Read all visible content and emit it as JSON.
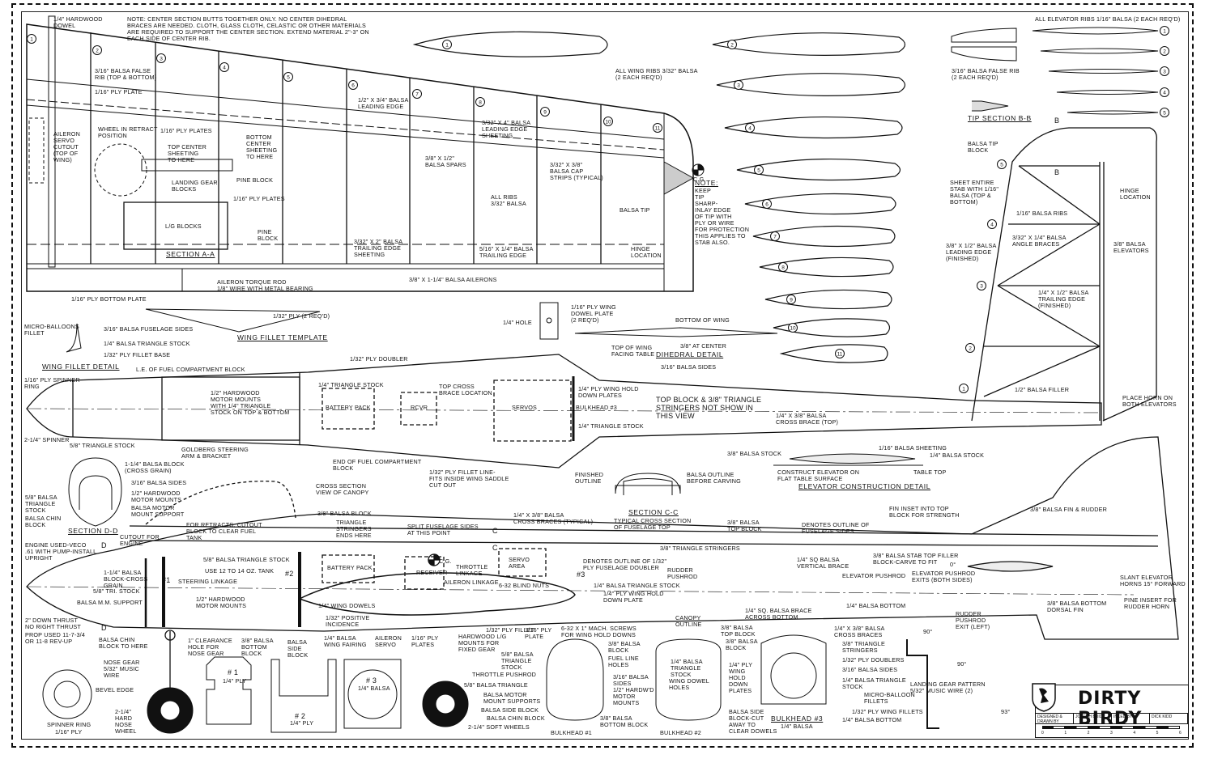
{
  "plan": {
    "title": "DIRTY BIRDY",
    "designed_by_label": "DESIGNED & DRAWN BY",
    "designer": "JOSEPH BRIDI",
    "inked_by_label": "INKED BY",
    "inker": "DICK KIDD",
    "scale_ticks": [
      "0",
      "1",
      "2",
      "3",
      "4",
      "5",
      "6"
    ]
  },
  "wing": {
    "note": "NOTE: CENTER SECTION BUTTS TOGETHER ONLY. NO CENTER DIHEDRAL BRACES ARE NEEDED. CLOTH, GLASS CLOTH, CELASTIC OR OTHER MATERIALS ARE REQUIRED TO SUPPORT THE CENTER SECTION. EXTEND MATERIAL 2\"-3\" ON EACH SIDE OF CENTER RIB.",
    "rib_numbers": [
      "1",
      "2",
      "3",
      "4",
      "5",
      "6",
      "7",
      "8",
      "9",
      "10",
      "11"
    ],
    "labels": {
      "dowel": "1/4\" HARDWOOD\nDOWEL",
      "false_rib": "3/16\" BALSA FALSE\nRIB (TOP & BOTTOM)",
      "ply_plate": "1/16\" PLY PLATE",
      "servo_cutout": "AILERON\nSERVO\nCUTOUT\n(TOP OF\nWING)",
      "wheel_retract": "WHEEL IN RETRACT\nPOSITION",
      "ply_plates": "1/16\" PLY PLATES",
      "top_center": "TOP CENTER\nSHEETING\nTO HERE",
      "bottom_center": "BOTTOM\nCENTER\nSHEETING\nTO HERE",
      "lg_blocks": "LANDING GEAR\nBLOCKS",
      "pine_block": "PINE BLOCK",
      "ply_plates2": "1/16\" PLY PLATES",
      "lg_blocks2": "L/G BLOCKS",
      "pine_block2": "PINE\nBLOCK",
      "section_aa": "SECTION A-A",
      "torque_rod": "AILERON TORQUE ROD\n1/8\" WIRE WITH METAL BEARING",
      "bottom_plate": "1/16\" PLY BOTTOM PLATE",
      "leading_edge": "1/2\" X 3/4\" BALSA\nLEADING EDGE",
      "le_sheeting": "3/32\" X 4\" BALSA\nLEADING EDGE\nSHEETING",
      "spars": "3/8\" X 1/2\"\nBALSA SPARS",
      "cap_strips": "3/32\" X 3/8\"\nBALSA CAP\nSTRIPS (TYPICAL)",
      "all_ribs": "ALL RIBS\n3/32\" BALSA",
      "te_sheeting": "3/32\" X 2\" BALSA\nTRAILING EDGE\nSHEETING",
      "trailing_edge": "5/16\" X 1/4\" BALSA\nTRAILING EDGE",
      "hinge": "HINGE\nLOCATION",
      "balsa_tip": "BALSA TIP",
      "ailerons": "3/8\" X 1-1/4\" BALSA AILERONS",
      "cg": "C.G.",
      "tip_note": "NOTE:",
      "tip_note_body": "KEEP\nTIP\nSHARP-\nINLAY EDGE\nOF TIP WITH\nPLY OR WIRE\nFOR PROTECTION\nTHIS APPLIES TO\nSTAB ALSO."
    }
  },
  "ribs": {
    "label": "ALL WING RIBS 3/32\" BALSA\n(2 EACH REQ'D)",
    "numbers": [
      "1",
      "2",
      "3",
      "4",
      "5",
      "6",
      "7",
      "8",
      "9",
      "10",
      "11"
    ]
  },
  "stab": {
    "elevator_ribs_header": "ALL ELEVATOR RIBS 1/16\" BALSA (2 EACH REQ'D)",
    "elevator_rib_numbers": [
      "1",
      "2",
      "3",
      "4",
      "5"
    ],
    "false_rib": "3/16\" BALSA FALSE RIB\n(2 EACH REQ'D)",
    "tip_section": "TIP SECTION B-B",
    "tip_block": "BALSA TIP\nBLOCK",
    "sheet": "SHEET ENTIRE\nSTAB WITH 1/16\"\nBALSA (TOP &\nBOTTOM)",
    "ribs": "1/16\" BALSA RIBS",
    "angle_braces": "3/32\" X 1/4\" BALSA\nANGLE BRACES",
    "leading_edge": "3/8\" X 1/2\" BALSA\nLEADING EDGE\n(FINISHED)",
    "trailing_edge": "1/4\" X 1/2\" BALSA\nTRAILING EDGE\n(FINISHED)",
    "hinge": "HINGE\nLOCATION",
    "elevators": "3/8\" BALSA\nELEVATORS",
    "filler": "1/2\" BALSA FILLER",
    "horn": "PLACE HORN ON\nBOTH ELEVATORS",
    "b_marker": "B",
    "rib_positions": [
      "1",
      "2",
      "3",
      "4",
      "5"
    ]
  },
  "fillet": {
    "micro": "MICRO-BALLOONS\nFILLET",
    "sides": "3/16\" BALSA FUSELAGE SIDES",
    "tri": "1/4\" BALSA TRIANGLE STOCK",
    "base": "1/32\" PLY FILLET BASE",
    "detail_title": "WING FILLET DETAIL",
    "template_title": "WING FILLET TEMPLATE",
    "template_ply": "1/32\" PLY (2 REQ'D)",
    "dowel_plate": "1/16\" PLY WING\nDOWEL PLATE\n(2 REQ'D)",
    "hole": "1/4\" HOLE",
    "bottom_of_wing": "BOTTOM OF WING",
    "top_of_wing": "TOP OF WING\nFACING TABLE",
    "at_center": "3/8\" AT CENTER",
    "dihedral_title": "DIHEDRAL DETAIL"
  },
  "top_view": {
    "spinner_ring": "1/16\" PLY SPINNER\nRING",
    "spinner": "2-1/4\" SPINNER",
    "tri_58": "5/8\" TRIANGLE STOCK",
    "le_fuel": "L.E. OF FUEL COMPARTMENT BLOCK",
    "motor_mounts": "1/2\" HARDWOOD\nMOTOR MOUNTS\nWITH 1/4\" TRIANGLE\nSTOCK ON TOP & BOTTOM",
    "goldberg": "GOLDBERG STEERING\nARM & BRACKET",
    "end_fuel": "END OF FUEL COMPARTMENT\nBLOCK",
    "ply_doubler": "1/32\" PLY DOUBLER",
    "tri_14": "1/4\" TRIANGLE STOCK",
    "battery": "BATTERY PACK",
    "rcvr": "RCVR",
    "top_cross": "TOP CROSS\nBRACE LOCATION",
    "servos": "SERVOS",
    "hold_down": "1/4\" PLY WING HOLD\nDOWN PLATES",
    "bulkhead3": "BULKHEAD #3",
    "tri_14b": "1/4\" TRIANGLE STOCK",
    "fillet_line": "1/32\" PLY FILLET LINE-\nFITS INSIDE WING SADDLE\nCUT OUT",
    "sides": "3/16\" BALSA SIDES",
    "note": "TOP BLOCK & 3/8\" TRIANGLE\nSTRINGERS NOT SHOW IN\nTHIS VIEW",
    "cross_brace": "1/4\" X 3/8\" BALSA\nCROSS BRACE (TOP)"
  },
  "elevator_detail": {
    "stock_left": "3/8\" BALSA STOCK",
    "sheeting": "1/16\" BALSA SHEETING",
    "stock_right": "1/4\" BALSA STOCK",
    "construct": "CONSTRUCT ELEVATOR ON\nFLAT TABLE SURFACE",
    "table_top": "TABLE TOP",
    "title": "ELEVATOR CONSTRUCTION DETAIL"
  },
  "section_cc": {
    "finished": "FINISHED\nOUTLINE",
    "balsa_outline": "BALSA OUTLINE\nBEFORE CARVING",
    "title": "SECTION C-C",
    "sub": "TYPICAL CROSS SECTION\nOF FUSELAGE TOP"
  },
  "section_dd": {
    "block": "1-1/4\" BALSA BLOCK\n(CROSS GRAIN)",
    "sides": "3/16\" BALSA SIDES",
    "mounts": "1/2\" HARDWOOD\nMOTOR MOUNTS",
    "support": "BALSA MOTOR\nMOUNT SUPPORT",
    "tri": "5/8\" BALSA\nTRIANGLE\nSTOCK",
    "chin": "BALSA CHIN\nBLOCK",
    "title": "SECTION D-D"
  },
  "side_view": {
    "engine": "ENGINE USED-VECO\n.61 WITH PUMP-INSTALL\nUPRIGHT",
    "cutout": "CUTOUT FOR\nENGINE",
    "block": "1-1/4\" BALSA\nBLOCK-CROSS\nGRAIN",
    "tri": "5/8\" TRI. STOCK",
    "mm_support": "BALSA M.M. SUPPORT",
    "thrust": "2\" DOWN THRUST\nNO RIGHT THRUST",
    "prop": "PROP USED 11-7-3/4\nOR 11-8 REV-UP",
    "chin": "BALSA CHIN\nBLOCK TO HERE",
    "canopy": "CROSS SECTION\nVIEW OF CANOPY",
    "retracts": "FOR RETRACTS, CUTOUT\nBLOCK TO CLEAR FUEL\nTANK",
    "tri_block": "5/8\" BALSA TRIANGLE STOCK",
    "tank": "USE 12 TO 14 OZ. TANK",
    "steering": "STEERING LINKAGE",
    "motor_mounts": "1/2\" HARDWOOD\nMOTOR MOUNTS",
    "b1": "#1",
    "b2": "#2",
    "b3": "#3",
    "clearance": "1\" CLEARANCE\nHOLE FOR\nNOSE GEAR",
    "bottom_block": "3/8\" BALSA\nBOTTOM\nBLOCK",
    "side_block": "BALSA\nSIDE\nBLOCK",
    "fairing": "1/4\" BALSA\nWING FAIRING",
    "balsa_block": "3/8\" BALSA BLOCK",
    "stringers_end": "TRIANGLE\nSTRINGERS\nENDS HERE",
    "split": "SPLIT FUSELAGE SIDES\nAT THIS POINT",
    "battery": "BATTERY PACK",
    "receiver": "RECEIVER",
    "cg": "C.G.",
    "throttle": "THROTTLE\nLINKAGE",
    "aileron_link": "AILERON LINKAGE",
    "servo_area": "SERVO\nAREA",
    "blind_nuts": "6-32 BLIND NUTS",
    "cross_braces": "1/4\" X 3/8\" BALSA\nCROSS BRACES (TYPICAL)",
    "doubler_outline": "DENOTES OUTLINE OF 1/32\"\nPLY FUSELAGE DOUBLER",
    "tri_stock": "1/4\" BALSA TRIANGLE STOCK",
    "hold_down": "1/4\" PLY WING HOLD\nDOWN PLATE",
    "dowels": "1/4\" WING DOWELS",
    "incidence": "1/32\" POSITIVE\nINCIDENCE",
    "aileron_servo": "AILERON\nSERVO",
    "ply_plates": "1/16\" PLY\nPLATES",
    "ply_fillet": "1/32\" PLY FILLET",
    "lg_mounts": "HARDWOOD L/G\nMOUNTS FOR\nFIXED GEAR",
    "ply_plate": "1/16\" PLY\nPLATE",
    "screws": "6-32 X 1\" MACH. SCREWS\nFOR WING HOLD DOWNS",
    "c_marker": "C",
    "d_marker": "D",
    "top_block": "3/8\" BALSA\nTOP BLOCK",
    "sides_outline": "DENOTES OUTLINE OF\nFUSELAGE SIDES",
    "stringers": "3/8\" TRIANGLE STRINGERS",
    "vert_brace": "1/4\" SQ BALSA\nVERTICAL BRACE",
    "rudder_pushrod": "RUDDER\nPUSHROD",
    "elev_pushrod": "ELEVATOR PUSHROD",
    "elev_exit": "ELEVATOR PUSHROD\nEXITS (BOTH SIDES)",
    "brace_bottom": "1/4\" SQ. BALSA BRACE\nACROSS BOTTOM",
    "bottom": "1/4\" BALSA BOTTOM",
    "rudder_exit": "RUDDER\nPUSHROD\nEXIT (LEFT)",
    "fin_inset": "FIN INSET INTO TOP\nBLOCK FOR STRENGTH",
    "fin": "3/8\" BALSA FIN & RUDDER",
    "stab_filler": "3/8\" BALSA STAB TOP FILLER\nBLOCK-CARVE TO FIT",
    "zero": "0°",
    "slant": "SLANT ELEVATOR\nHORNS 15° FORWARD",
    "dorsal": "3/8\" BALSA BOTTOM\nDORSAL FIN",
    "pine": "PINE INSERT FOR\nRUDDER HORN"
  },
  "parts": {
    "nose_gear": "NOSE GEAR\n5/32\" MUSIC\nWIRE",
    "bevel": "BEVEL EDGE",
    "spinner_ring": "SPINNER RING",
    "spinner_ring_mat": "1/16\" PLY",
    "nose_wheel": "2-1/4\"\nHARD\nNOSE\nWHEEL",
    "b1": "# 1",
    "b1_mat": "1/4\" PLY",
    "b2": "# 2",
    "b2_mat": "1/4\" PLY",
    "b3": "# 3",
    "b3_mat": "1/4\" BALSA",
    "soft_wheels": "2-1/4\" SOFT WHEELS"
  },
  "bulkheads": {
    "bh1": {
      "title": "BULKHEAD #1",
      "block": "3/8\" BALSA\nBLOCK",
      "fuel": "FUEL LINE\nHOLES",
      "sides": "3/16\" BALSA\nSIDES",
      "mounts": "1/2\" HARDW'D\nMOTOR\nMOUNTS",
      "bottom": "3/8\" BALSA\nBOTTOM BLOCK",
      "tri": "5/8\" BALSA\nTRIANGLE\nSTOCK",
      "throttle": "THROTTLE PUSHROD",
      "tri2": "5/8\" BALSA TRIANGLE",
      "support": "BALSA MOTOR\nMOUNT SUPPORTS",
      "side_block": "BALSA SIDE BLOCK",
      "chin": "BALSA CHIN BLOCK"
    },
    "bh2": {
      "title": "BULKHEAD #2",
      "canopy": "CANOPY\nOUTLINE",
      "top": "3/8\" BALSA\nTOP BLOCK",
      "block": "3/8\" BALSA\nBLOCK",
      "tri": "1/4\" BALSA\nTRIANGLE\nSTOCK",
      "dowel": "WING DOWEL\nHOLES",
      "plates": "1/4\" PLY\nWING\nHOLD\nDOWN\nPLATES"
    },
    "bh3": {
      "title": "BULKHEAD #3",
      "mat": "1/4\" BALSA",
      "braces": "1/4\" X 3/8\" BALSA\nCROSS BRACES",
      "stringers": "3/8\" TRIANGLE\nSTRINGERS",
      "doublers": "1/32\" PLY DOUBLERS",
      "sides": "3/16\" BALSA SIDES",
      "tri": "1/4\" BALSA TRIANGLE\nSTOCK",
      "micro": "MICRO-BALLOON\nFILLETS",
      "fillets": "1/32\" PLY WING FILLETS",
      "bottom": "1/4\" BALSA BOTTOM",
      "side_block": "BALSA SIDE\nBLOCK-CUT\nAWAY TO\nCLEAR DOWELS"
    }
  },
  "landing_gear": {
    "pattern": "LANDING GEAR PATTERN\n5/32\" MUSIC WIRE (2)",
    "angle1": "90°",
    "angle2": "90°",
    "angle3": "93°"
  }
}
